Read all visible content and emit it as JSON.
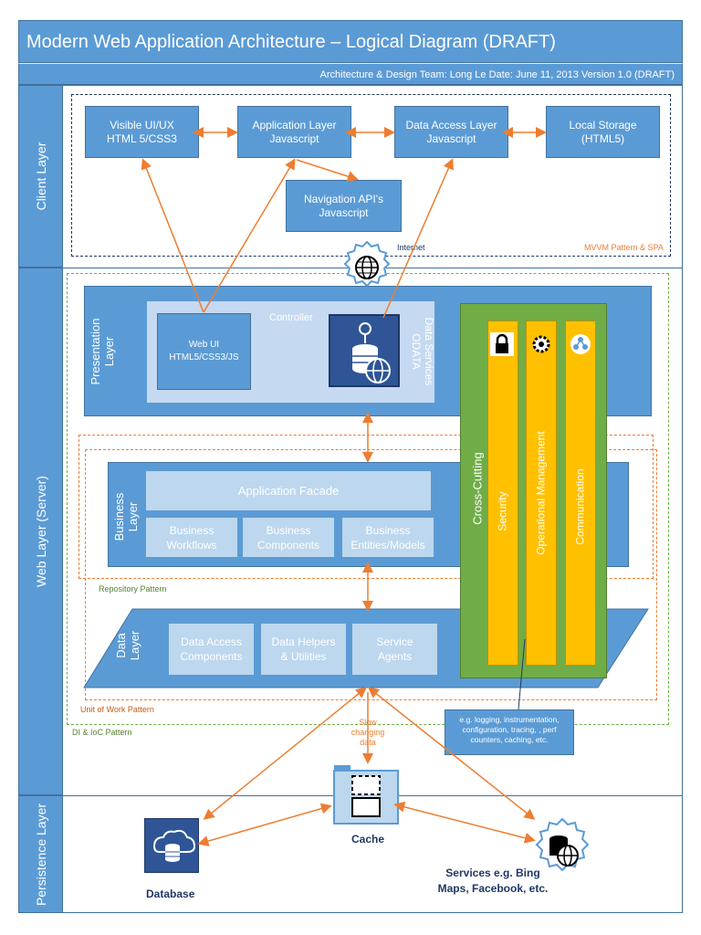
{
  "header": {
    "title": "Modern Web Application Architecture – Logical Diagram (DRAFT)",
    "subtitle": "Architecture & Design Team: Long Le   Date: June 11, 2013    Version 1.0 (DRAFT)"
  },
  "lanes": {
    "client": "Client Layer",
    "web": "Web Layer (Server)",
    "persistence": "Persistence Layer"
  },
  "client": {
    "visible_ui": "Visible UI/UX\nHTML 5/CSS3",
    "app_layer": "Application Layer\nJavascript",
    "data_access": "Data Access Layer\nJavascript",
    "local_storage": "Local Storage\n(HTML5)",
    "navigation": "Navigation API's\nJavascript",
    "mvvm": "MVVM Pattern & SPA",
    "internet": "Internet"
  },
  "web": {
    "presentation": "Presentation\nLayer",
    "controller": "Controller",
    "web_ui": "Web UI\nHTML5/CSS3/JS",
    "data_services": "Data Services\nODATA",
    "business": "Business\nLayer",
    "app_facade": "Application Facade",
    "biz_workflows": "Business\nWorkflows",
    "biz_components": "Business\nComponents",
    "biz_entities": "Business\nEntities/Models",
    "data_layer": "Data\nLayer",
    "data_access_components": "Data Access\nComponents",
    "data_helpers": "Data Helpers\n& Utilities",
    "service_agents": "Service\nAgents",
    "cross_cutting": "Cross-Cutting",
    "security": "Security",
    "operational": "Operational Management",
    "communication": "Communication",
    "callout": "e.g. logging, instrumentation,\nconfiguration, tracing, , perf\ncounters, caching, etc.",
    "repository": "Repository Pattern",
    "unit_of_work": "Unit of Work Pattern",
    "di_ioc": "DI & IoC Pattern",
    "slow": "Slow\nchanging data"
  },
  "persistence": {
    "database": "Database",
    "cache": "Cache",
    "services": "Services e.g. Bing\nMaps, Facebook, etc."
  },
  "colors": {
    "blue": "#5b9bd5",
    "light_blue": "#bdd7ee",
    "green": "#70ad47",
    "orange": "#ed7d31",
    "yellow": "#ffc000",
    "navy": "#1f3864"
  }
}
